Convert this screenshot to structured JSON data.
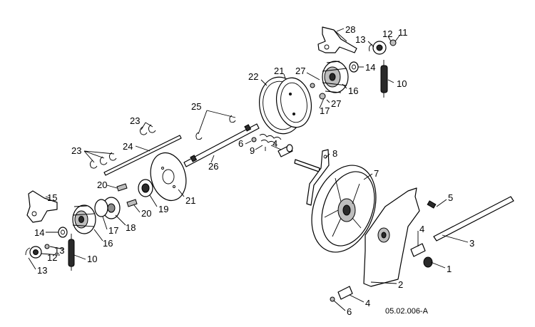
{
  "diagram": {
    "labels": [
      "1",
      "2",
      "3",
      "4",
      "4",
      "4",
      "5",
      "6",
      "6",
      "7",
      "8",
      "9",
      "10",
      "10",
      "11",
      "12",
      "12",
      "13",
      "13",
      "13",
      "14",
      "14",
      "15",
      "16",
      "16",
      "17",
      "17",
      "18",
      "19",
      "20",
      "20",
      "21",
      "21",
      "22",
      "23",
      "23",
      "24",
      "25",
      "26",
      "27",
      "27",
      "28"
    ],
    "drawing_code": "05.02.006-A"
  }
}
